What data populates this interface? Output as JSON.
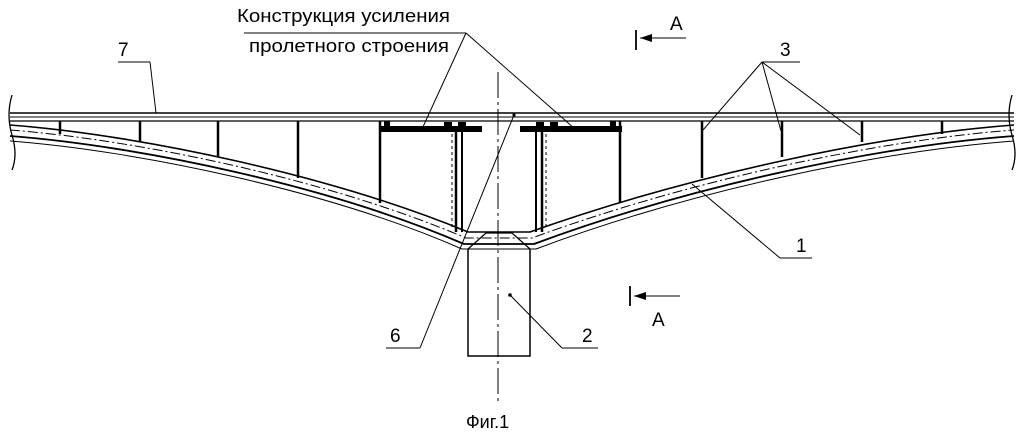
{
  "labels": {
    "title_line1": "Конструкция усиления",
    "title_line2": "пролетного строения",
    "n1": "1",
    "n2": "2",
    "n3": "3",
    "n6": "6",
    "n7": "7",
    "section_top": "А",
    "section_bottom": "А",
    "caption": "Фиг.1"
  }
}
